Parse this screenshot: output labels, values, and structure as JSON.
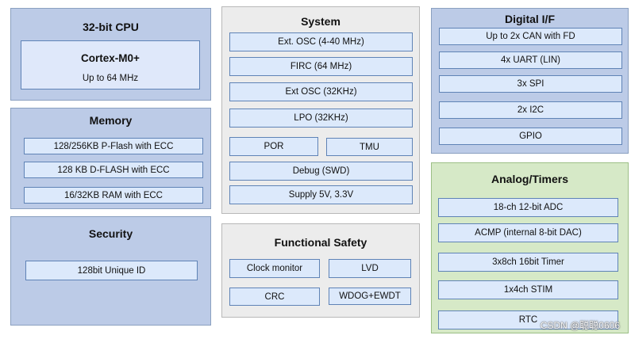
{
  "cpu": {
    "title": "32-bit CPU",
    "core": "Cortex-M0+",
    "freq": "Up to 64 MHz"
  },
  "memory": {
    "title": "Memory",
    "items": [
      "128/256KB P-Flash with ECC",
      "128 KB D-FLASH with ECC",
      "16/32KB RAM with ECC"
    ]
  },
  "security": {
    "title": "Security",
    "items": [
      "128bit Unique ID"
    ]
  },
  "system": {
    "title": "System",
    "items": [
      "Ext. OSC (4-40 MHz)",
      "FIRC (64 MHz)",
      "Ext OSC (32KHz)",
      "LPO (32KHz)"
    ],
    "pair": [
      "POR",
      "TMU"
    ],
    "items2": [
      "Debug (SWD)",
      "Supply 5V, 3.3V"
    ]
  },
  "safety": {
    "title": "Functional Safety",
    "items": [
      "Clock monitor",
      "LVD",
      "CRC",
      "WDOG+EWDT"
    ]
  },
  "digital": {
    "title": "Digital I/F",
    "items": [
      "Up to 2x CAN with FD",
      "4x UART (LIN)",
      "3x SPI",
      "2x I2C",
      "GPIO"
    ]
  },
  "analog": {
    "title": "Analog/Timers",
    "items": [
      "18-ch 12-bit ADC",
      "ACMP (internal 8-bit DAC)",
      "3x8ch 16bit Timer",
      "1x4ch STIM",
      "RTC"
    ]
  },
  "watermark": "CSDN @聪聪0606"
}
